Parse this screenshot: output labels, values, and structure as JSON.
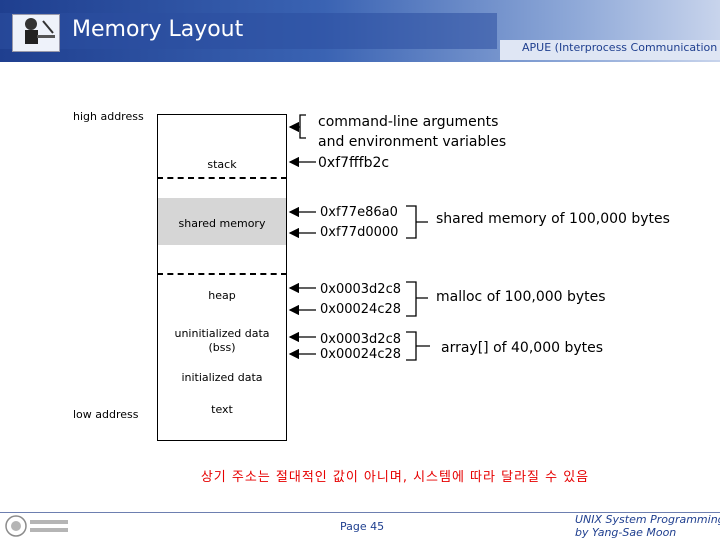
{
  "header": {
    "title": "Memory Layout",
    "subtitle": "APUE (Interprocess Communication"
  },
  "memory": {
    "high_label": "high address",
    "low_label": "low address",
    "segments": {
      "stack": "stack",
      "shared": "shared memory",
      "heap": "heap",
      "bss_line1": "uninitialized data",
      "bss_line2": "(bss)",
      "init": "initialized data",
      "text": "text"
    }
  },
  "annotations": {
    "args_line1": "command-line arguments",
    "args_line2": "and environment variables",
    "stack_addr": "0xf7fffb2c",
    "shared_addr1": "0xf77e86a0",
    "shared_addr2": "0xf77d0000",
    "shared_desc": "shared memory of 100,000 bytes",
    "heap_addr1": "0x0003d2c8",
    "heap_addr2": "0x00024c28",
    "heap_desc": "malloc of 100,000 bytes",
    "bss_addr1": "0x0003d2c8",
    "bss_addr2": "0x00024c28",
    "bss_desc": "array[] of 40,000 bytes"
  },
  "note": "상기 주소는 절대적인 값이 아니며, 시스템에 따라 달라질 수 있음",
  "footer": {
    "page": "Page 45",
    "credit_line1": "UNIX System Programming",
    "credit_line2": "by Yang-Sae Moon"
  }
}
